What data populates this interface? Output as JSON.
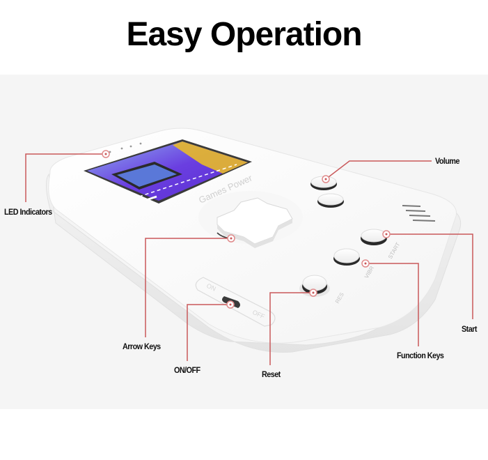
{
  "title": "Easy Operation",
  "device": {
    "brand_text": "Games Power",
    "switch_on": "ON",
    "switch_off": "OFF",
    "start_text": "START",
    "reset_text": "RES",
    "select_text": "VIBR"
  },
  "callouts": {
    "led": "LED Indicators",
    "volume": "Volume",
    "arrow": "Arrow Keys",
    "onoff": "ON/OFF",
    "reset": "Reset",
    "function": "Function Keys",
    "start": "Start"
  },
  "colors": {
    "background": "#ffffff",
    "panel": "#f5f5f5",
    "leader": "#c9585a",
    "device": "#fafafa",
    "screen_purple": "#6a3ee0",
    "screen_blue": "#5a78d8",
    "screen_yellow": "#e8b92a"
  }
}
